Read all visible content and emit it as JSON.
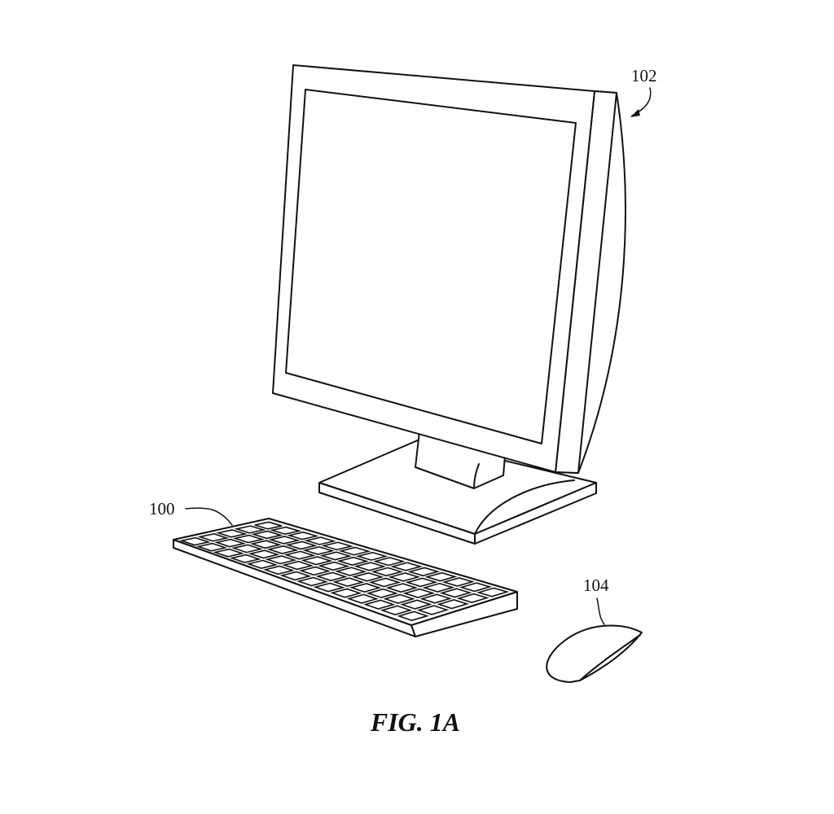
{
  "figure": {
    "caption": "FIG. 1A",
    "labels": {
      "keyboard": "100",
      "monitor": "102",
      "mouse": "104"
    },
    "keyboard_grid": {
      "rows": 5,
      "cols": 14
    },
    "line_color": "#111111",
    "background": "#ffffff"
  }
}
